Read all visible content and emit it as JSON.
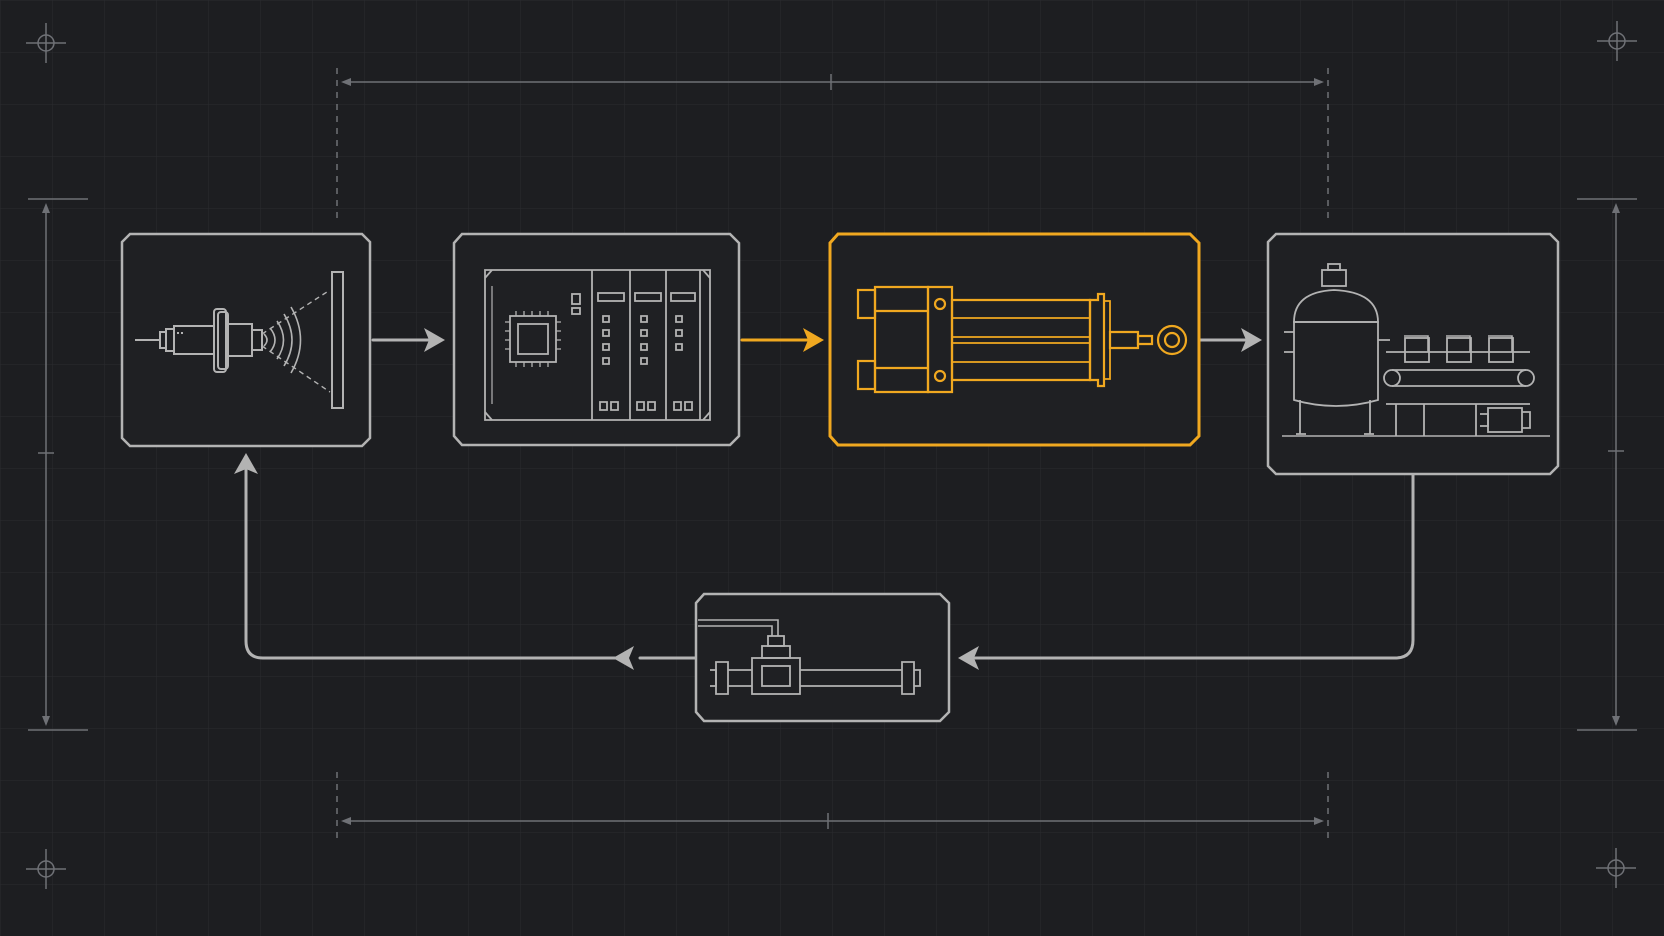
{
  "diagram": {
    "kind": "control-loop-block-diagram",
    "blocks": [
      {
        "id": "sensor",
        "icon": "proximity-sensor-icon",
        "highlighted": false
      },
      {
        "id": "controller",
        "icon": "plc-controller-icon",
        "highlighted": false
      },
      {
        "id": "actuator",
        "icon": "hydraulic-cylinder-icon",
        "highlighted": true
      },
      {
        "id": "process",
        "icon": "process-plant-conveyor-icon",
        "highlighted": false
      },
      {
        "id": "feedback",
        "icon": "inline-flow-sensor-icon",
        "highlighted": false
      }
    ],
    "connections": [
      {
        "from": "sensor",
        "to": "controller",
        "highlighted": false
      },
      {
        "from": "controller",
        "to": "actuator",
        "highlighted": true
      },
      {
        "from": "actuator",
        "to": "process",
        "highlighted": false
      },
      {
        "from": "process",
        "to": "feedback",
        "highlighted": false
      },
      {
        "from": "feedback",
        "to": "sensor",
        "highlighted": false
      }
    ]
  },
  "colors": {
    "background": "#1d1e21",
    "grid": "#2a2c30",
    "line": "#b3b3b3",
    "dimension": "#6f7176",
    "accent": "#f0a820"
  }
}
